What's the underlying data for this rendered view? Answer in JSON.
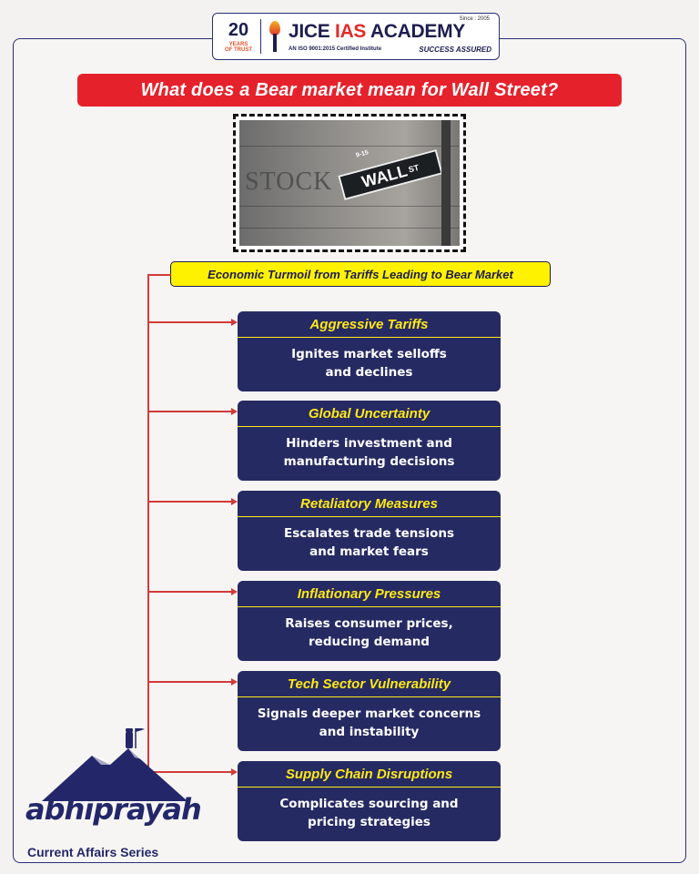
{
  "logo": {
    "years_number": "20",
    "years_text": "YEARS\nOF TRUST",
    "name_part1": "JICE ",
    "name_part2": "IAS",
    "name_part3": " ACADEMY",
    "since": "Since : 2005",
    "iso": "AN ISO 9001:2015 Certified Institute",
    "tagline": "SUCCESS ASSURED"
  },
  "title": "What does a Bear market mean for Wall Street?",
  "photo": {
    "stock_text": "STOCK",
    "sign_main": "WALL",
    "sign_suffix": "ST",
    "sign_number": "9-15"
  },
  "subtitle": "Economic Turmoil from Tariffs Leading to Bear Market",
  "cards": [
    {
      "heading": "Aggressive Tariffs",
      "line1": "Ignites market selloffs",
      "line2": "and declines"
    },
    {
      "heading": "Global Uncertainty",
      "line1": "Hinders investment and",
      "line2": "manufacturing decisions"
    },
    {
      "heading": "Retaliatory Measures",
      "line1": "Escalates trade tensions",
      "line2": "and market fears"
    },
    {
      "heading": "Inflationary Pressures",
      "line1": "Raises consumer prices,",
      "line2": "reducing demand"
    },
    {
      "heading": "Tech Sector Vulnerability",
      "line1": "Signals deeper market concerns",
      "line2": "and instability"
    },
    {
      "heading": "Supply Chain Disruptions",
      "line1": "Complicates sourcing and",
      "line2": "pricing strategies"
    }
  ],
  "branding": {
    "wordmark": "abhiprayah",
    "series": "Current Affairs Series"
  },
  "colors": {
    "accent_red": "#e5222c",
    "card_navy": "#262a63",
    "heading_yellow": "#ffe817",
    "subtitle_yellow": "#fff200"
  }
}
